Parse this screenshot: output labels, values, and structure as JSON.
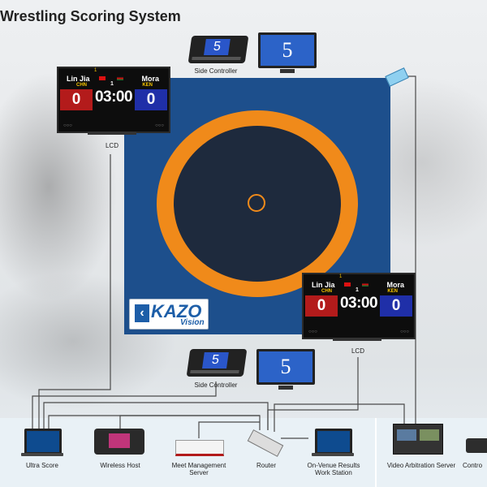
{
  "title": "Wrestling Scoring System",
  "colors": {
    "mat_blue": "#1d4f8c",
    "ring_orange": "#f08a1a",
    "score_red": "#b31b1b",
    "score_blue": "#1f2fa8"
  },
  "mat": {
    "logo_text": "KAZO",
    "logo_sub": "Vision"
  },
  "scoreboard_top": {
    "top_mark": "1",
    "left_name": "Lin Jia",
    "left_country": "CHN",
    "right_name": "Mora",
    "right_country": "KEN",
    "period": "1",
    "left_score": "0",
    "clock": "03:00",
    "right_score": "0",
    "label": "LCD"
  },
  "scoreboard_bottom": {
    "top_mark": "1",
    "left_name": "Lin Jia",
    "left_country": "CHN",
    "right_name": "Mora",
    "right_country": "KEN",
    "period": "1",
    "left_score": "0",
    "clock": "03:00",
    "right_score": "0",
    "label": "LCD"
  },
  "side_controller_top": {
    "screen_value": "5",
    "monitor_value": "5",
    "label": "Side Controller"
  },
  "side_controller_bottom": {
    "screen_value": "5",
    "monitor_value": "5",
    "label": "Side Controller"
  },
  "devices": {
    "ultra_score": "Ultra Score",
    "wireless_host": "Wireless Host",
    "meet_management_server": "Meet Management Server",
    "router": "Router",
    "results_station": "On-Venue Results Work Station",
    "video_arbitration_server": "Video Arbitration Server",
    "control": "Contro"
  }
}
